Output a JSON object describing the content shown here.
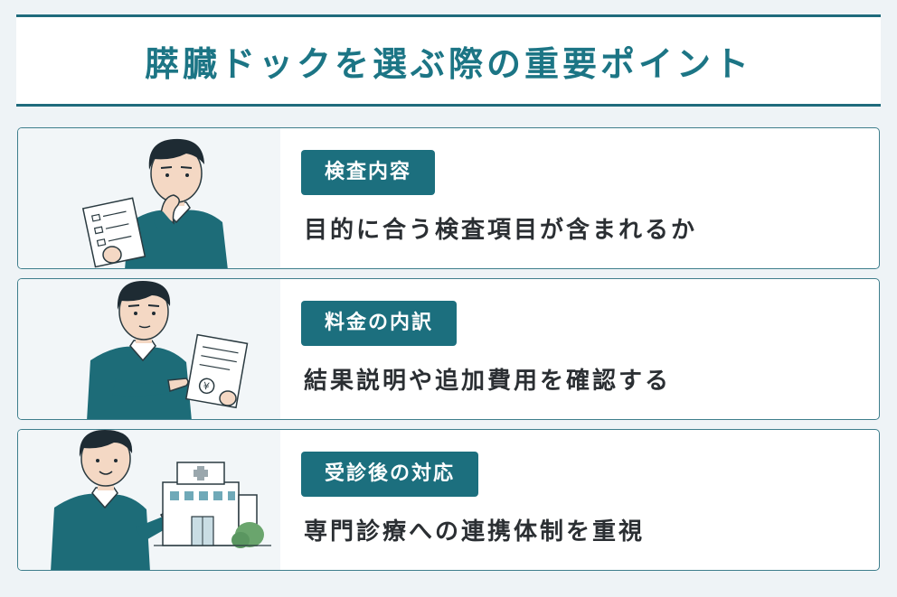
{
  "header": {
    "title": "膵臓ドックを選ぶ際の重要ポイント"
  },
  "points": [
    {
      "badge": "検査内容",
      "description": "目的に合う検査項目が含まれるか",
      "illustration": "man-thinking-holding-document"
    },
    {
      "badge": "料金の内訳",
      "description": "結果説明や追加費用を確認する",
      "illustration": "man-pointing-yen-document"
    },
    {
      "badge": "受診後の対応",
      "description": "専門診療への連携体制を重視",
      "illustration": "man-presenting-hospital"
    }
  ],
  "colors": {
    "accent": "#1c6f7e",
    "border": "#3e7e8c",
    "sweater": "#1d6c78",
    "background": "#eef3f6"
  }
}
